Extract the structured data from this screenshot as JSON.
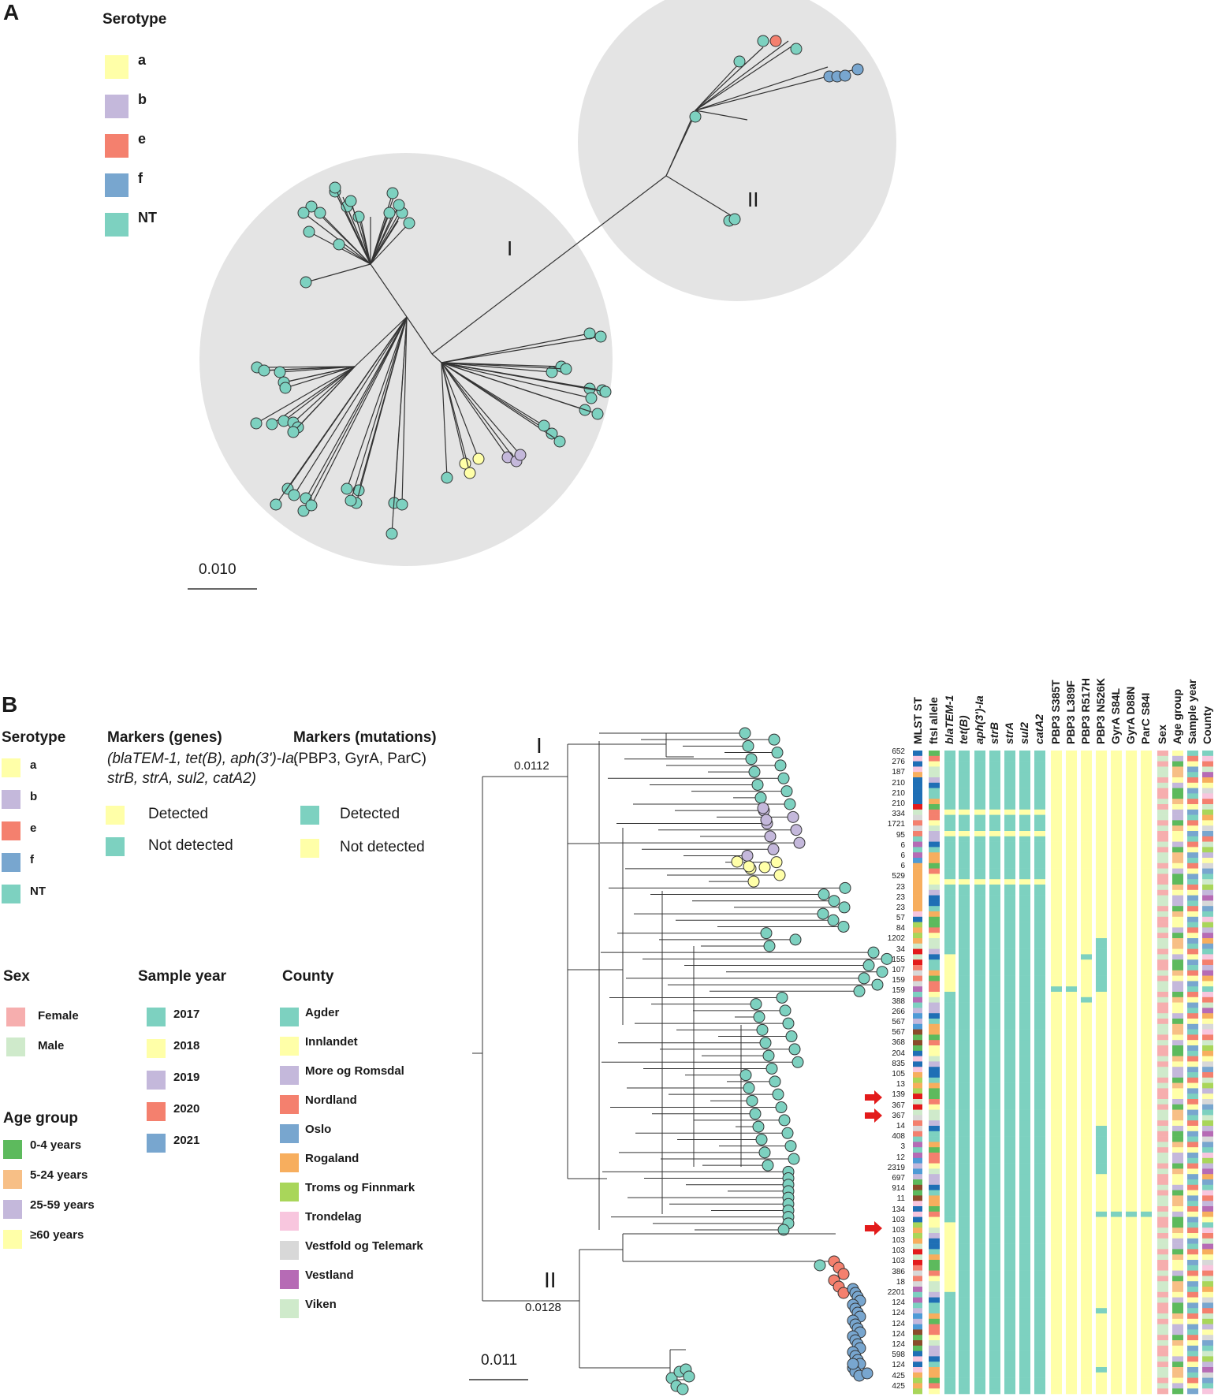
{
  "panel_a": {
    "letter": "A",
    "legend": {
      "title": "Serotype",
      "items": [
        {
          "label": "a",
          "color": "#ffffa8"
        },
        {
          "label": "b",
          "color": "#c4b8db"
        },
        {
          "label": "e",
          "color": "#f4806e"
        },
        {
          "label": "f",
          "color": "#78a6cf"
        },
        {
          "label": "NT",
          "color": "#7dd1c0"
        }
      ]
    },
    "clade_labels": [
      "I",
      "II"
    ],
    "scale_label": "0.010"
  },
  "panel_b": {
    "letter": "B",
    "serotype_legend": {
      "title": "Serotype",
      "items": [
        {
          "label": "a",
          "color": "#ffffa8"
        },
        {
          "label": "b",
          "color": "#c4b8db"
        },
        {
          "label": "e",
          "color": "#f4806e"
        },
        {
          "label": "f",
          "color": "#78a6cf"
        },
        {
          "label": "NT",
          "color": "#7dd1c0"
        }
      ]
    },
    "genes_legend": {
      "title": "Markers (genes)",
      "subtitle_line1": "(blaTEM-1, tet(B), aph(3')-Ia,",
      "subtitle_line2": "strB, strA, sul2, catA2)",
      "items": [
        {
          "label": "Detected",
          "color": "#ffffa8"
        },
        {
          "label": "Not detected",
          "color": "#7dd1c0"
        }
      ]
    },
    "mutations_legend": {
      "title": "Markers (mutations)",
      "subtitle": "(PBP3, GyrA, ParC)",
      "items": [
        {
          "label": "Detected",
          "color": "#7dd1c0"
        },
        {
          "label": "Not detected",
          "color": "#ffffa8"
        }
      ]
    },
    "sex_legend": {
      "title": "Sex",
      "items": [
        {
          "label": "Female",
          "color": "#f6aeae"
        },
        {
          "label": "Male",
          "color": "#cfeacb"
        }
      ]
    },
    "sample_year_legend": {
      "title": "Sample year",
      "items": [
        {
          "label": "2017",
          "color": "#7dd1c0"
        },
        {
          "label": "2018",
          "color": "#ffffa8"
        },
        {
          "label": "2019",
          "color": "#c4b8db"
        },
        {
          "label": "2020",
          "color": "#f4806e"
        },
        {
          "label": "2021",
          "color": "#78a6cf"
        }
      ]
    },
    "county_legend": {
      "title": "County",
      "items": [
        {
          "label": "Agder",
          "color": "#7dd1c0"
        },
        {
          "label": "Innlandet",
          "color": "#ffffa8"
        },
        {
          "label": "More og Romsdal",
          "color": "#c4b8db"
        },
        {
          "label": "Nordland",
          "color": "#f4806e"
        },
        {
          "label": "Oslo",
          "color": "#78a6cf"
        },
        {
          "label": "Rogaland",
          "color": "#f7ae5e"
        },
        {
          "label": "Troms og Finnmark",
          "color": "#a9d65a"
        },
        {
          "label": "Trondelag",
          "color": "#f8c6de"
        },
        {
          "label": "Vestfold og Telemark",
          "color": "#d8d8d8"
        },
        {
          "label": "Vestland",
          "color": "#b66bb5"
        },
        {
          "label": "Viken",
          "color": "#cfeacb"
        }
      ]
    },
    "age_group_legend": {
      "title": "Age group",
      "items": [
        {
          "label": "0-4 years",
          "color": "#5dba5d"
        },
        {
          "label": "5-24 years",
          "color": "#f7bf86"
        },
        {
          "label": "25-59 years",
          "color": "#c4b8db"
        },
        {
          "label": "≥60 years",
          "color": "#ffffa8"
        }
      ]
    },
    "tree": {
      "clade_I_label": "I",
      "clade_I_value": "0.0112",
      "clade_II_label": "II",
      "clade_II_value": "0.0128",
      "scale_label": "0.011"
    },
    "column_headers": [
      "MLST ST",
      "ftsI allele",
      "blaTEM-1",
      "tet(B)",
      "aph(3')-Ia",
      "strB",
      "strA",
      "sul2",
      "catA2",
      "PBP3 S385T",
      "PBP3 L389F",
      "PBP3 R517H",
      "PBP3 N526K",
      "GyrA S84L",
      "GyrA D88N",
      "ParC S84I",
      "Sex",
      "Age group",
      "Sample year",
      "County"
    ],
    "mlst_st_labels": [
      "652",
      "276",
      "187",
      "210",
      "210",
      "210",
      "334",
      "1721",
      "95",
      "6",
      "6",
      "6",
      "529",
      "23",
      "23",
      "23",
      "57",
      "84",
      "1202",
      "34",
      "155",
      "107",
      "159",
      "159",
      "388",
      "266",
      "567",
      "567",
      "368",
      "204",
      "835",
      "105",
      "13",
      "139",
      "367",
      "367",
      "14",
      "408",
      "3",
      "12",
      "2319",
      "697",
      "914",
      "11",
      "134",
      "103",
      "103",
      "103",
      "103",
      "103",
      "386",
      "18",
      "2201",
      "124",
      "124",
      "124",
      "124",
      "124",
      "598",
      "124",
      "425",
      "425"
    ]
  }
}
